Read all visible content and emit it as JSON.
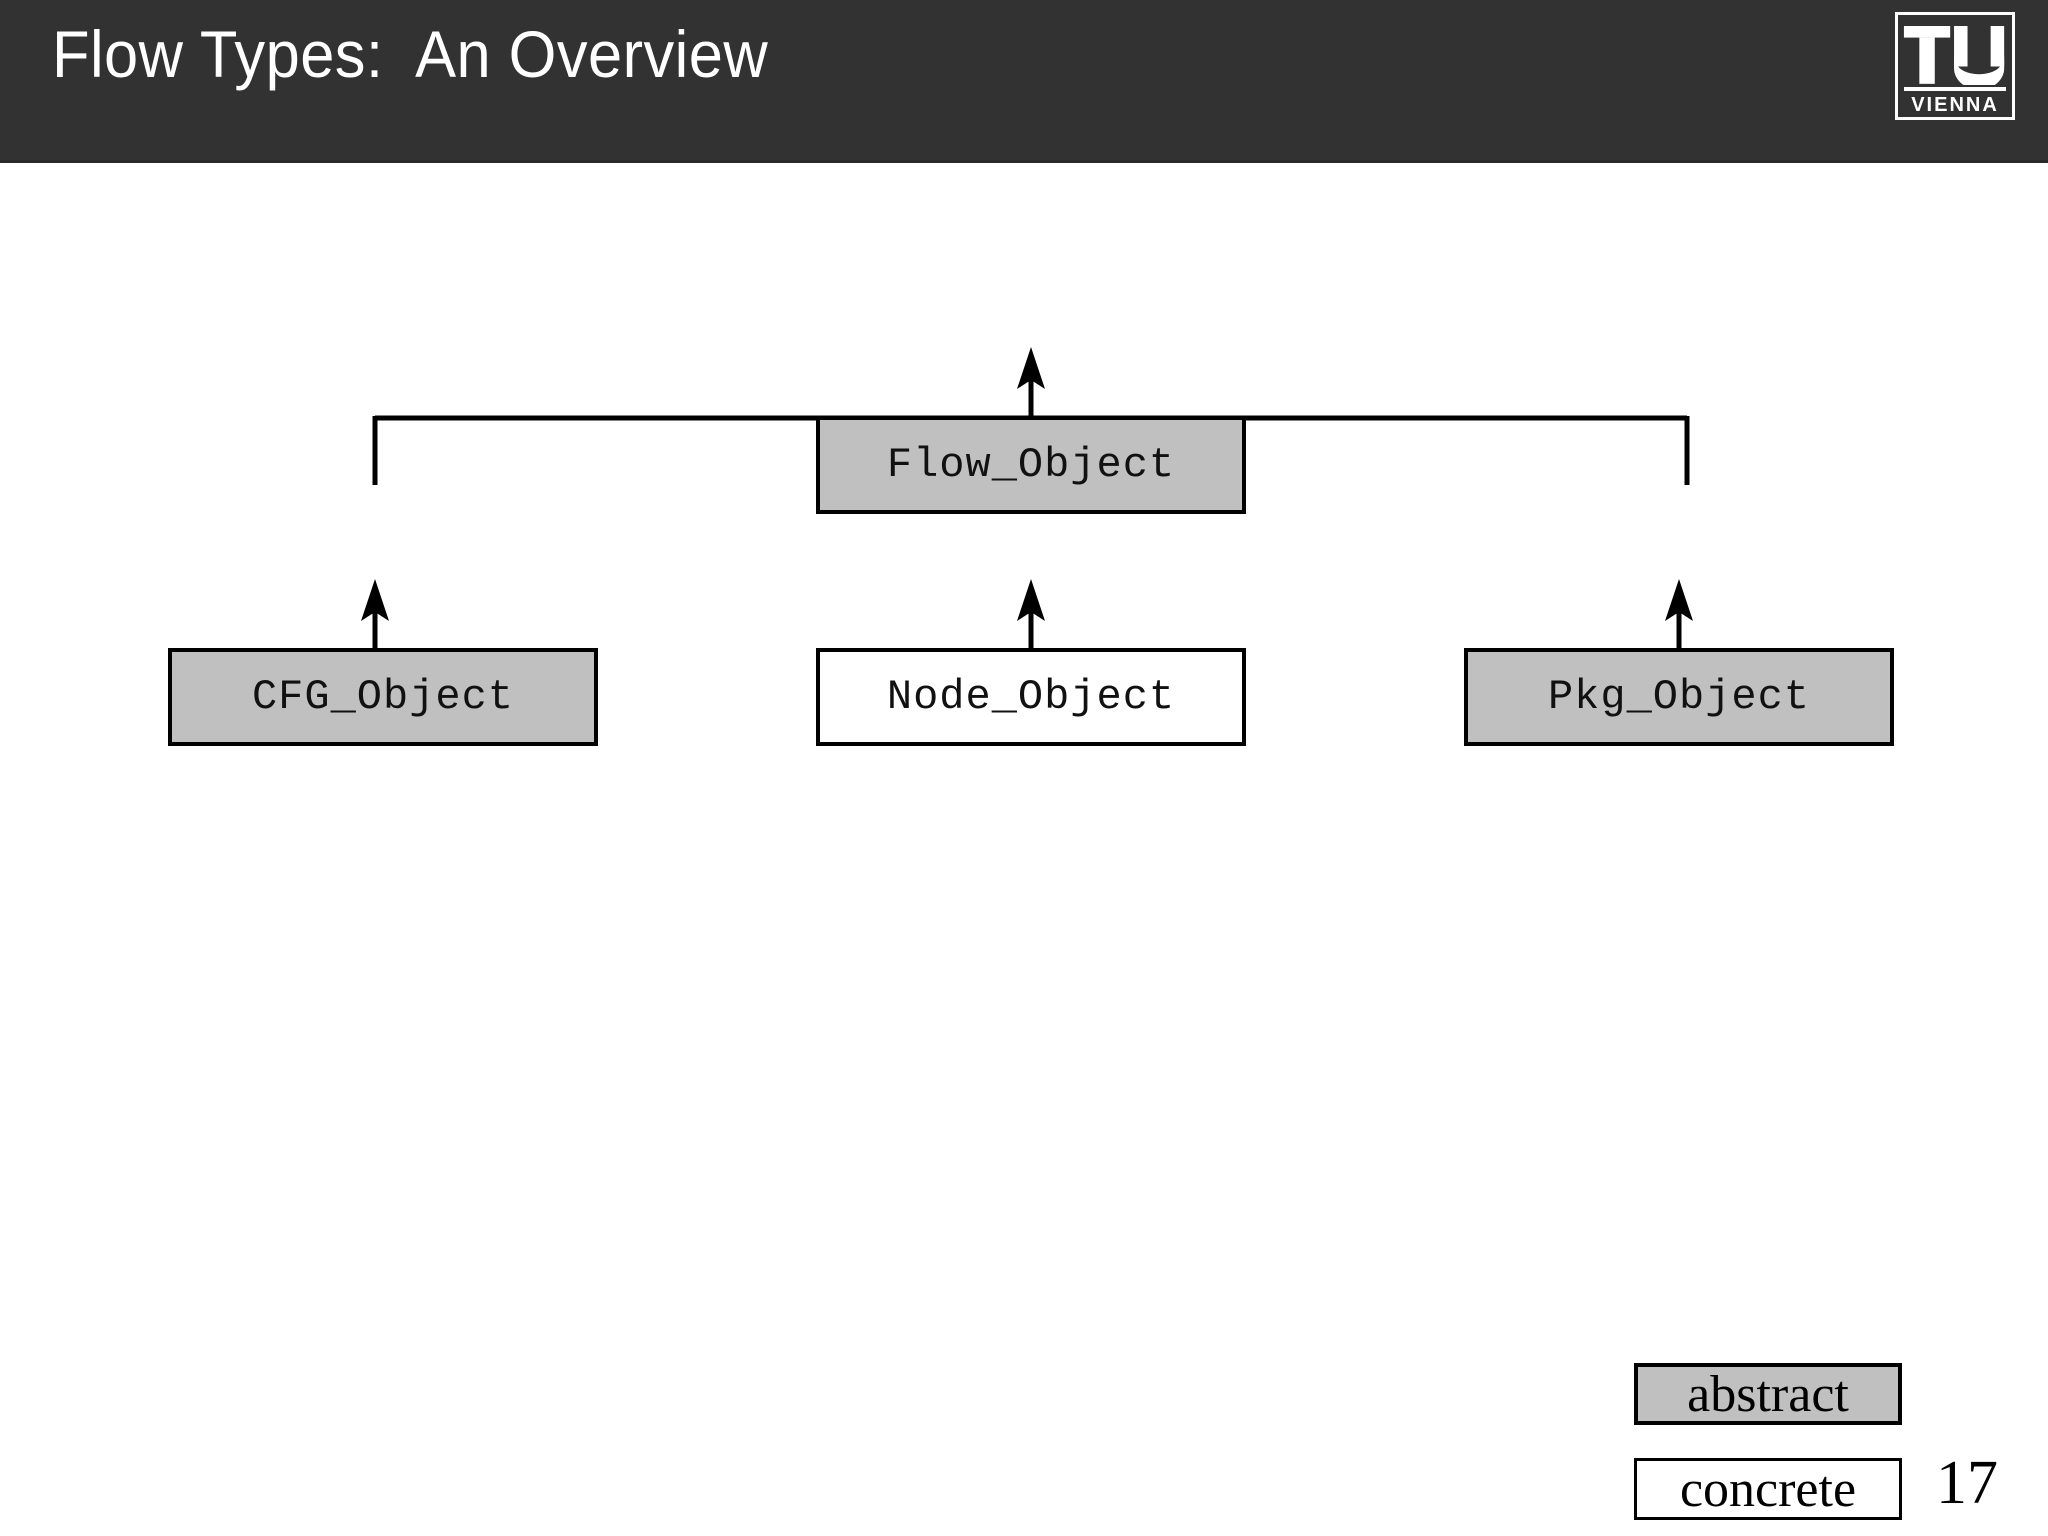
{
  "slide": {
    "title": "Flow Types:  An Overview",
    "page_number": "17",
    "header_bg": "#333232",
    "title_color": "#ffffff"
  },
  "logo": {
    "name": "tu-vienna-logo",
    "mark": "TU",
    "subtitle": "VIENNA"
  },
  "diagram": {
    "type": "class-hierarchy",
    "abstract_fill": "#c0c0c0",
    "concrete_fill": "#ffffff",
    "border_color": "#000000",
    "root": {
      "label": "Flow_Object",
      "kind": "abstract"
    },
    "children": [
      {
        "label": "CFG_Object",
        "kind": "abstract",
        "has_descendants_ellipsis": true
      },
      {
        "label": "Node_Object",
        "kind": "concrete",
        "has_descendants_ellipsis": true
      },
      {
        "label": "Pkg_Object",
        "kind": "abstract",
        "has_descendants_ellipsis": true
      }
    ]
  },
  "legend": {
    "items": [
      {
        "label": "abstract",
        "kind": "abstract"
      },
      {
        "label": "concrete",
        "kind": "concrete"
      }
    ]
  }
}
